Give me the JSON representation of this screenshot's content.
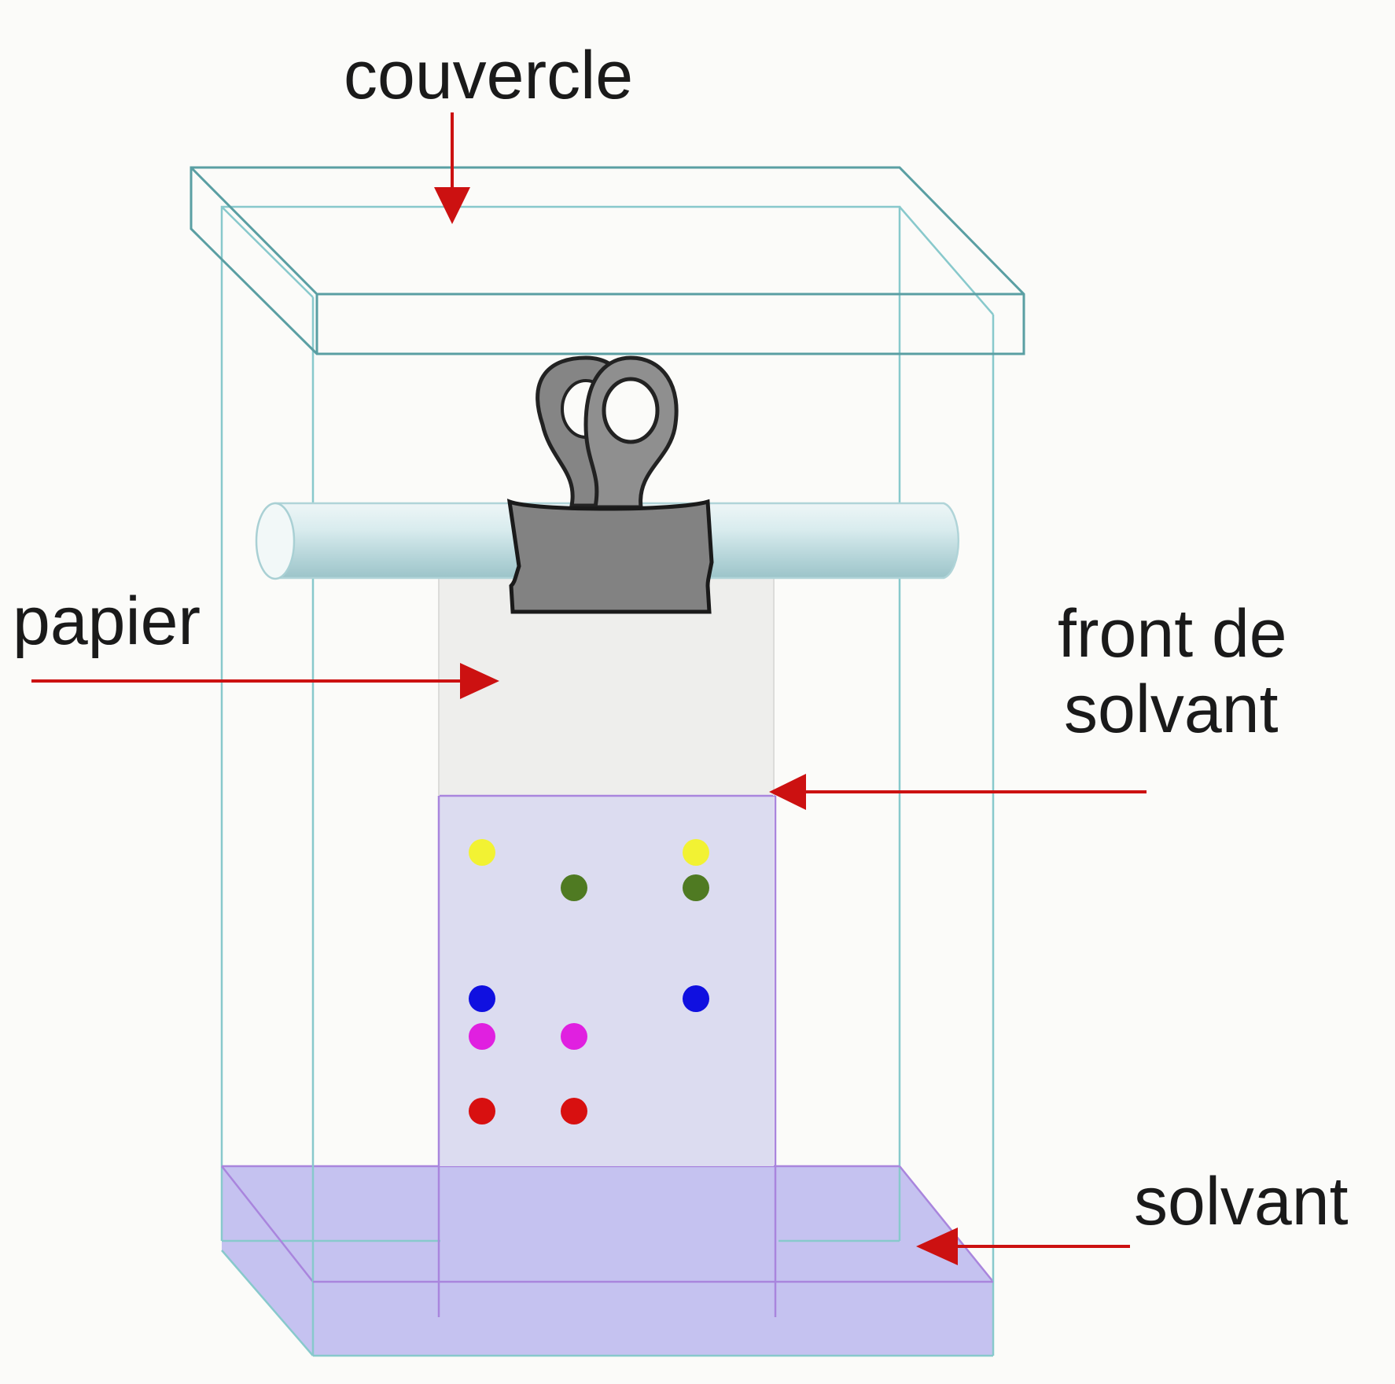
{
  "labels": {
    "lid": "couvercle",
    "paper": "papier",
    "front_line1": "front de",
    "front_line2": "solvant",
    "solvent": "solvant"
  },
  "colors": {
    "tank_edge": "#88c9cc",
    "lid_edge": "#5a9fa3",
    "solvent_fill": "#c5c2f0",
    "solvent_on_paper": "#dcdcf0",
    "paper": "#eeeeec",
    "clip": "#888888",
    "arrow": "#cc1111",
    "spot_yellow": "#f2f233",
    "spot_green": "#4f7a22",
    "spot_blue": "#1010e0",
    "spot_magenta": "#e020e0",
    "spot_red": "#d81010"
  },
  "icons": {
    "clip": "binder-clip-icon",
    "rod": "glass-rod-icon"
  }
}
